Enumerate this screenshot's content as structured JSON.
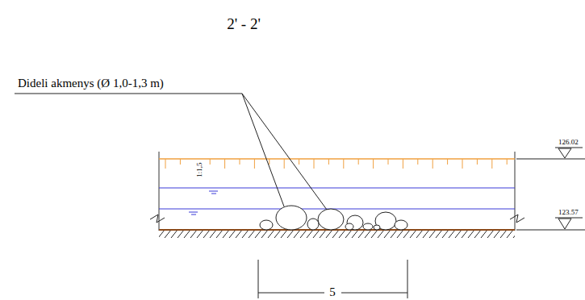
{
  "diagram": {
    "title": "2' - 2'",
    "labels": [
      "Dideli akmenys (Ø 1,0-1,3 m)",
      "1:1,5",
      "126.02",
      "123.57",
      "5"
    ]
  }
}
